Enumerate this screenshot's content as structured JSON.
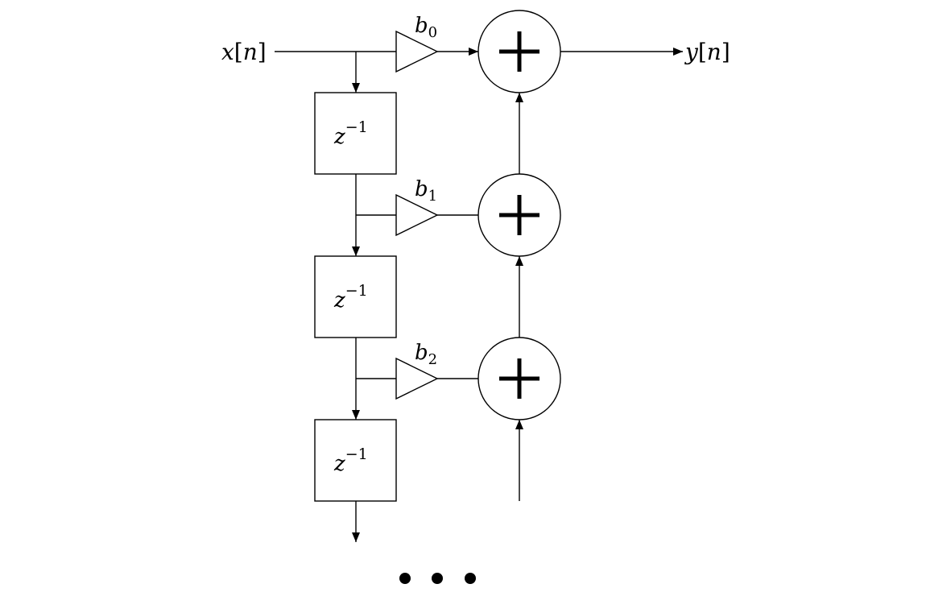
{
  "diagram": {
    "type": "FIR filter direct-form (tapped delay line) block diagram",
    "input_label": {
      "var": "x",
      "arg": "n"
    },
    "output_label": {
      "var": "y",
      "arg": "n"
    },
    "delay_label": {
      "base": "z",
      "exp": "−1"
    },
    "gains": [
      {
        "base": "b",
        "sub": "0"
      },
      {
        "base": "b",
        "sub": "1"
      },
      {
        "base": "b",
        "sub": "2"
      }
    ],
    "adder_symbol": "+",
    "continuation": "• • •",
    "stroke_color": "#000000",
    "background_color": "#ffffff"
  }
}
